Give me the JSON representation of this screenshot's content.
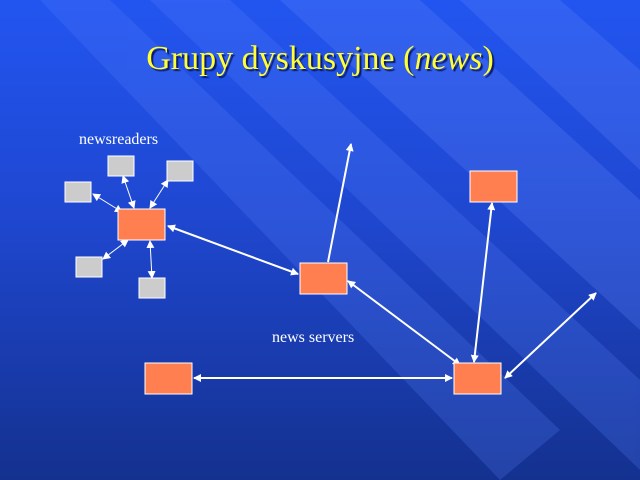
{
  "slide": {
    "title_main": "Grupy dyskusyjne (",
    "title_italic": "news",
    "title_end": ")",
    "label_newsreaders": "newsreaders",
    "label_newsservers": "news servers"
  },
  "colors": {
    "server": "#ff7f50",
    "reader": "#cccccc",
    "arrow": "#ffffff",
    "title": "#ffff33"
  }
}
